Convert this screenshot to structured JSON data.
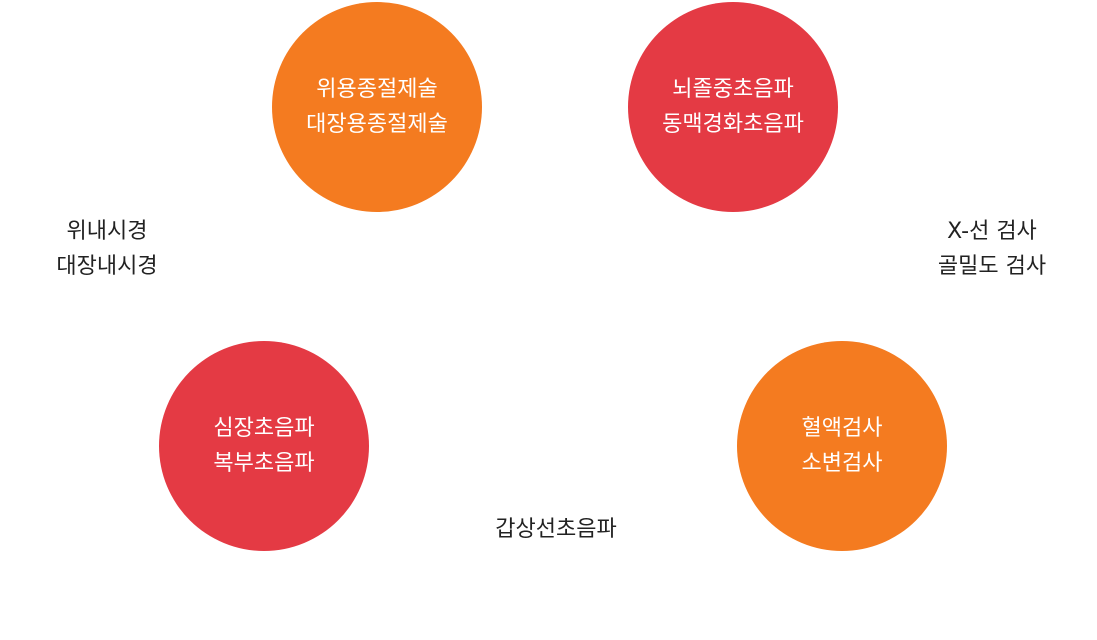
{
  "colors": {
    "orange": "#f47b20",
    "red": "#e43a44",
    "text": "#222222"
  },
  "circles": {
    "top_left": {
      "line1": "위용종절제술",
      "line2": "대장용종절제술"
    },
    "top_right": {
      "line1": "뇌졸중초음파",
      "line2": "동맥경화초음파"
    },
    "bottom_left": {
      "line1": "심장초음파",
      "line2": "복부초음파"
    },
    "bottom_right": {
      "line1": "혈액검사",
      "line2": "소변검사"
    }
  },
  "labels": {
    "left": {
      "line1": "위내시경",
      "line2": "대장내시경"
    },
    "right": {
      "line1": "X-선 검사",
      "line2": "골밀도 검사"
    },
    "bottom": {
      "line1": "갑상선초음파"
    }
  }
}
